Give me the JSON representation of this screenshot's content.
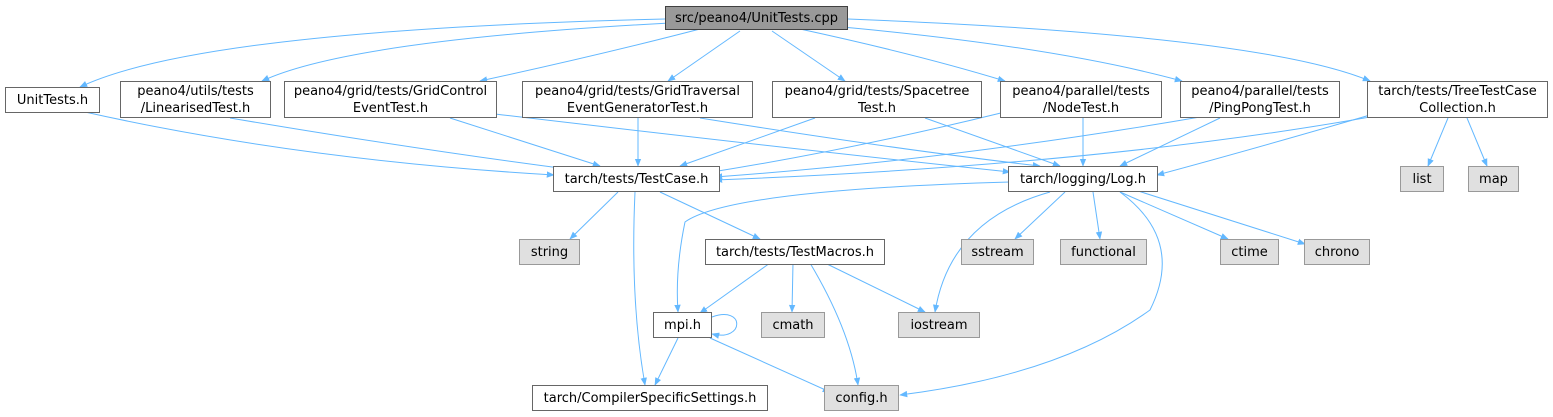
{
  "colors": {
    "edge": "#63b8ff",
    "root_fill": "#999999",
    "node_fill": "#ffffff",
    "system_fill": "#e0e0e0",
    "border": "#666666"
  },
  "nodes": {
    "root": "src/peano4/UnitTests.cpp",
    "unittests_h": "UnitTests.h",
    "linearised": "peano4/utils/tests\n/LinearisedTest.h",
    "gridcontrol": "peano4/grid/tests/GridControl\nEventTest.h",
    "gridtraversal": "peano4/grid/tests/GridTraversal\nEventGeneratorTest.h",
    "spacetree": "peano4/grid/tests/Spacetree\nTest.h",
    "nodetest": "peano4/parallel/tests\n/NodeTest.h",
    "pingpong": "peano4/parallel/tests\n/PingPongTest.h",
    "treetest": "tarch/tests/TreeTestCase\nCollection.h",
    "testcase": "tarch/tests/TestCase.h",
    "log": "tarch/logging/Log.h",
    "list": "list",
    "map": "map",
    "string": "string",
    "testmacros": "tarch/tests/TestMacros.h",
    "sstream": "sstream",
    "functional": "functional",
    "ctime": "ctime",
    "chrono": "chrono",
    "mpi": "mpi.h",
    "cmath": "cmath",
    "iostream": "iostream",
    "compiler": "tarch/CompilerSpecificSettings.h",
    "config": "config.h"
  }
}
